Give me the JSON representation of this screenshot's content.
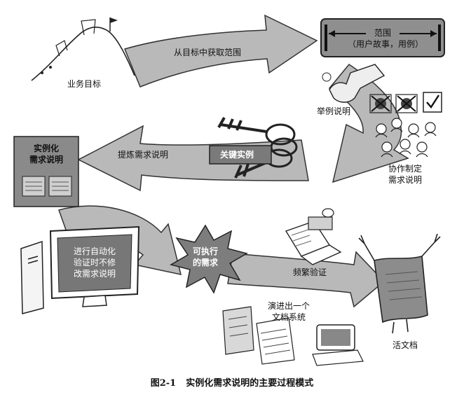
{
  "nodes": {
    "business_goal": "业务目标",
    "scope_title": "范围",
    "scope_sub": "（用户故事，用例）",
    "illustrate": "举例说明",
    "collab_line1": "协作制定",
    "collab_line2": "需求说明",
    "key_examples": "关键实例",
    "spec_line1": "实例化",
    "spec_line2": "需求说明",
    "refine": "提炼需求说明",
    "executable_line1": "可执行",
    "executable_line2": "的需求",
    "automate_line1": "进行自动化",
    "automate_line2": "验证时不修",
    "automate_line3": "改需求说明",
    "validate": "频繁验证",
    "evolve_line1": "演进出一个",
    "evolve_line2": "文档系统",
    "living_doc": "活文档"
  },
  "edges": {
    "derive_scope": "从目标中获取范围"
  },
  "caption": {
    "number": "图2-1",
    "title": "实例化需求说明的主要过程模式"
  }
}
